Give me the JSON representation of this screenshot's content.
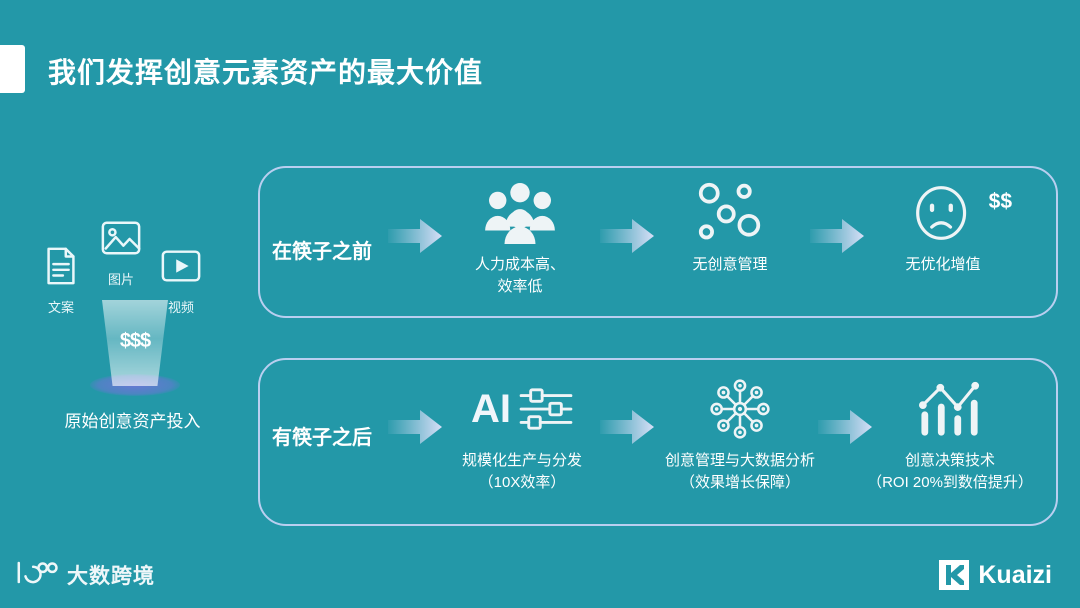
{
  "theme": {
    "background": "#2398a8",
    "panel_border": "#b9cff0",
    "text_primary": "#ffffff",
    "arrow_gradient_end": "#cfd9f5",
    "funnel_shadow": "#6c76d6"
  },
  "header": {
    "title": "我们发挥创意元素资产的最大价值",
    "accent_bar": "title-accent-bar"
  },
  "input_cluster": {
    "assets": [
      {
        "icon": "document-icon",
        "label": "文案"
      },
      {
        "icon": "image-icon",
        "label": "图片"
      },
      {
        "icon": "video-icon",
        "label": "视频"
      }
    ],
    "funnel": {
      "icon": "funnel-icon",
      "cash_label": "$$$"
    },
    "caption": "原始创意资产投入"
  },
  "rows": [
    {
      "id": "before",
      "label": "在筷子之前",
      "steps": [
        {
          "icon": "people-group-icon",
          "caption": "人力成本高、",
          "sub": "效率低",
          "badge": ""
        },
        {
          "icon": "scattered-gears-icon",
          "caption": "无创意管理",
          "sub": "",
          "badge": ""
        },
        {
          "icon": "sad-face-icon",
          "caption": "无优化增值",
          "sub": "",
          "badge": "$$"
        }
      ]
    },
    {
      "id": "after",
      "label": "有筷子之后",
      "steps": [
        {
          "icon": "ai-sliders-icon",
          "caption": "规模化生产与分发",
          "sub": "（10X效率）",
          "badge": "",
          "ai_text": "AI"
        },
        {
          "icon": "network-hub-icon",
          "caption": "创意管理与大数据分析",
          "sub": "（效果增长保障）",
          "badge": ""
        },
        {
          "icon": "growth-chart-icon",
          "caption": "创意决策技术",
          "sub": "（ROI 20%到数倍提升）",
          "badge": ""
        }
      ]
    }
  ],
  "footer": {
    "left_brand": {
      "icon": "dashu-logo-icon",
      "text": "大数跨境"
    },
    "right_brand": {
      "icon": "kuaizi-logo-icon",
      "text": "Kuaizi"
    }
  }
}
